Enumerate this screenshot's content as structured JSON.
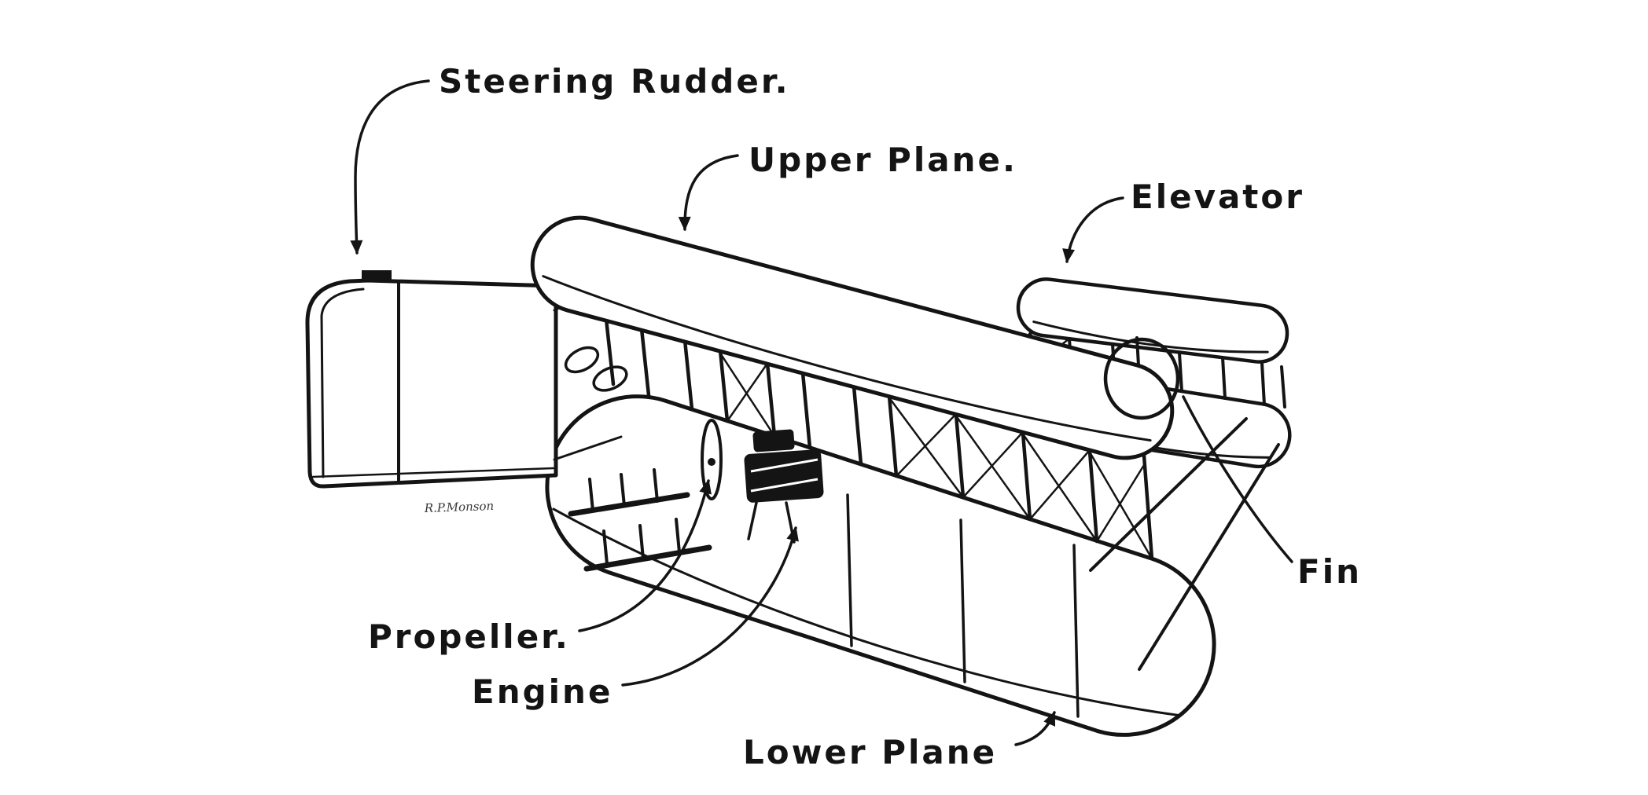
{
  "diagram": {
    "labels": {
      "steering_rudder": "Steering Rudder.",
      "upper_plane": "Upper Plane.",
      "elevator": "Elevator",
      "fin": "Fin",
      "propeller": "Propeller.",
      "engine": "Engine",
      "lower_plane": "Lower Plane"
    },
    "signature": "R.P.Monson",
    "colors": {
      "ink": "#141414",
      "background": "#ffffff"
    }
  }
}
